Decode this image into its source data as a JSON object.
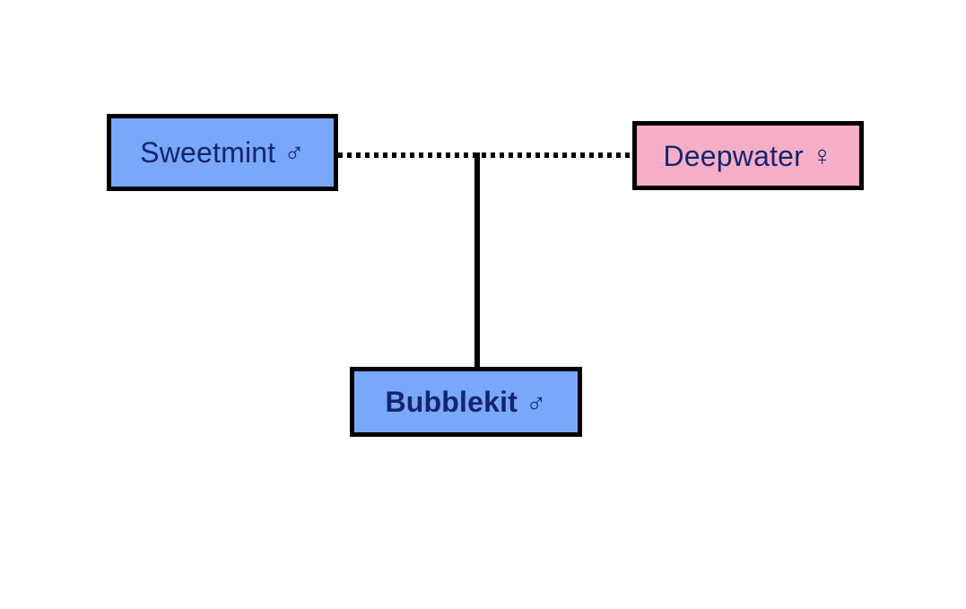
{
  "diagram": {
    "type": "family-tree-pedigree",
    "background_color": "#ffffff",
    "line_color": "#000000",
    "text_color": "#15256d",
    "male_color": "#79a7f9",
    "female_color": "#f6aec8",
    "nodes": [
      {
        "id": "sweetmint",
        "name": "Sweetmint",
        "sex_symbol": "♂",
        "sex": "male",
        "generation": 1,
        "role": "parent",
        "emphasis": "normal"
      },
      {
        "id": "deepwater",
        "name": "Deepwater",
        "sex_symbol": "♀",
        "sex": "female",
        "generation": 1,
        "role": "parent",
        "emphasis": "normal"
      },
      {
        "id": "bubblekit",
        "name": "Bubblekit",
        "sex_symbol": "♂",
        "sex": "male",
        "generation": 2,
        "role": "offspring",
        "emphasis": "bold"
      }
    ],
    "connectors": [
      {
        "id": "partner-link",
        "style": "dotted",
        "from": "sweetmint",
        "to": "deepwater",
        "meaning": "mates"
      },
      {
        "id": "descent-line",
        "style": "solid",
        "from": "partner-link",
        "to": "bubblekit",
        "meaning": "offspring"
      }
    ]
  }
}
